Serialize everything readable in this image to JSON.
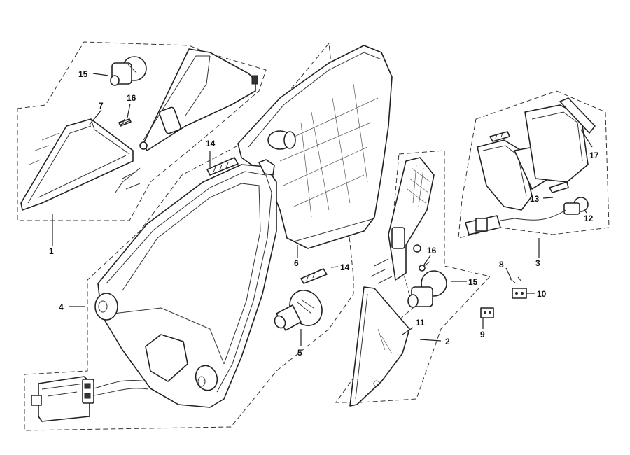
{
  "diagram": {
    "callouts": [
      {
        "id": "c1",
        "text": "1"
      },
      {
        "id": "c2",
        "text": "2"
      },
      {
        "id": "c3",
        "text": "3"
      },
      {
        "id": "c4",
        "text": "4"
      },
      {
        "id": "c5",
        "text": "5"
      },
      {
        "id": "c6",
        "text": "6"
      },
      {
        "id": "c7",
        "text": "7"
      },
      {
        "id": "c8",
        "text": "8"
      },
      {
        "id": "c9",
        "text": "9"
      },
      {
        "id": "c10",
        "text": "10"
      },
      {
        "id": "c11",
        "text": "11"
      },
      {
        "id": "c12",
        "text": "12"
      },
      {
        "id": "c13",
        "text": "13"
      },
      {
        "id": "c14a",
        "text": "14"
      },
      {
        "id": "c14b",
        "text": "14"
      },
      {
        "id": "c15a",
        "text": "15"
      },
      {
        "id": "c15b",
        "text": "15"
      },
      {
        "id": "c16a",
        "text": "16"
      },
      {
        "id": "c16b",
        "text": "16"
      },
      {
        "id": "c17",
        "text": "17"
      }
    ]
  }
}
